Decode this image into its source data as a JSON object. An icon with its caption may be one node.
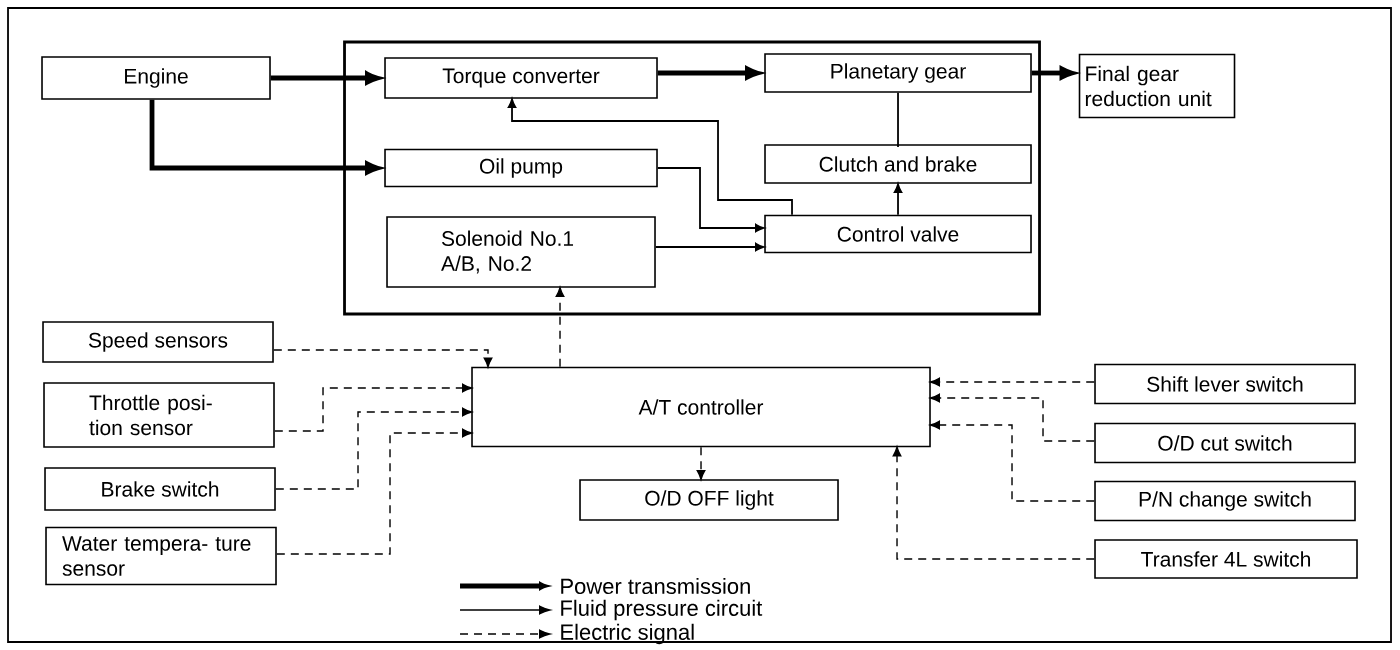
{
  "diagram": {
    "nodes": [
      {
        "text": [
          "Engine"
        ]
      },
      {
        "text": [],
        "shape": "box"
      },
      {
        "text": [
          "Torque converter"
        ],
        "in": 1
      },
      {
        "text": [
          "Planetary gear"
        ],
        "in": 1
      },
      {
        "text": [
          "Oil pump"
        ],
        "in": 1
      },
      {
        "text": [
          "Clutch and brake"
        ],
        "in": 1
      },
      {
        "text": [
          "Solenoid No.1 A/B, No.2"
        ],
        "in": 1
      },
      {
        "text": [
          "Control valve"
        ],
        "in": 1
      },
      {
        "text": [
          "Final gear reduction unit"
        ]
      },
      {
        "text": [
          "Speed sensors"
        ]
      },
      {
        "text": [
          "Throttle posi- tion sensor"
        ]
      },
      {
        "text": [
          "A/T controller"
        ]
      },
      {
        "text": [
          "Brake switch"
        ]
      },
      {
        "text": [
          "Water tempera- ture sensor"
        ]
      },
      {
        "text": [
          "O/D OFF light"
        ]
      },
      {
        "text": [
          "Shift lever switch"
        ]
      },
      {
        "text": [
          "O/D cut switch"
        ]
      },
      {
        "text": [
          "P/N change switch"
        ]
      },
      {
        "text": [
          "Transfer 4L switch"
        ]
      }
    ],
    "edges": [
      {
        "from": 0,
        "to": 2,
        "arrow": "to",
        "style": "thick"
      },
      {
        "from": 0,
        "to": 4,
        "arrow": "to",
        "style": "thick"
      },
      {
        "from": 2,
        "to": 3,
        "arrow": "to",
        "style": "thick"
      },
      {
        "from": 3,
        "to": 8,
        "arrow": "to",
        "style": "thick"
      },
      {
        "from": 3,
        "to": 5,
        "arrow": "none"
      },
      {
        "from": 4,
        "to": 7,
        "arrow": "to"
      },
      {
        "from": 7,
        "to": 2,
        "arrow": "to"
      },
      {
        "from": 6,
        "to": 7,
        "arrow": "to"
      },
      {
        "from": 7,
        "to": 5,
        "arrow": "to"
      },
      {
        "from": 11,
        "to": 6,
        "arrow": "to",
        "style": "dashed"
      },
      {
        "from": 9,
        "to": 11,
        "arrow": "to",
        "style": "dashed"
      },
      {
        "from": 10,
        "to": 11,
        "arrow": "to",
        "style": "dashed"
      },
      {
        "from": 12,
        "to": 11,
        "arrow": "to",
        "style": "dashed"
      },
      {
        "from": 13,
        "to": 11,
        "arrow": "to",
        "style": "dashed"
      },
      {
        "from": 11,
        "to": 14,
        "arrow": "to",
        "style": "dashed"
      },
      {
        "from": 15,
        "to": 11,
        "arrow": "to",
        "style": "dashed"
      },
      {
        "from": 16,
        "to": 11,
        "arrow": "to",
        "style": "dashed"
      },
      {
        "from": 17,
        "to": 11,
        "arrow": "to",
        "style": "dashed"
      },
      {
        "from": 18,
        "to": 11,
        "arrow": "to",
        "style": "dashed"
      }
    ],
    "legend": [
      {
        "text": "Power transmission"
      },
      {
        "text": "Fluid pressure circuit"
      },
      {
        "text": "Electric signal"
      }
    ]
  }
}
